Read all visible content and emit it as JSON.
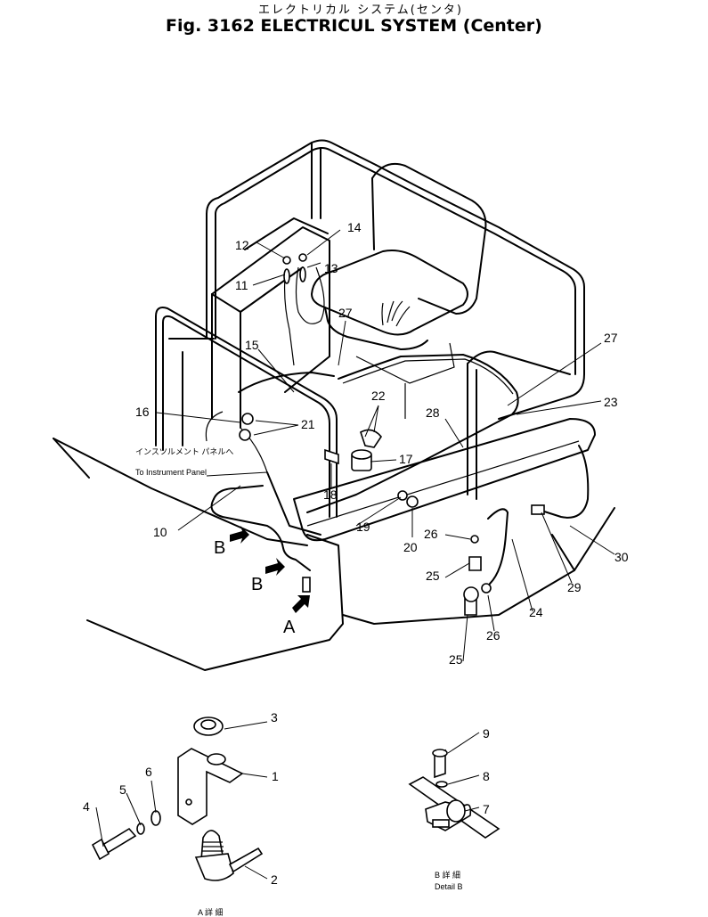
{
  "header": {
    "title_jp": "エレクトリカル システム(センタ)",
    "title_en": "Fig. 3162 ELECTRICUL SYSTEM (Center)"
  },
  "notes": {
    "instrument_jp": "インスツルメント パネルへ",
    "instrument_en": "To Instrument Panel",
    "detail_b_jp": "B 詳 細",
    "detail_b_en": "Detail B",
    "detail_a_jp": "A 詳 細"
  },
  "views": {
    "a": "A",
    "b": "B"
  },
  "callouts": [
    {
      "id": "c1",
      "label": "1"
    },
    {
      "id": "c2",
      "label": "2"
    },
    {
      "id": "c3",
      "label": "3"
    },
    {
      "id": "c4",
      "label": "4"
    },
    {
      "id": "c5",
      "label": "5"
    },
    {
      "id": "c6",
      "label": "6"
    },
    {
      "id": "c7",
      "label": "7"
    },
    {
      "id": "c8",
      "label": "8"
    },
    {
      "id": "c9",
      "label": "9"
    },
    {
      "id": "c10",
      "label": "10"
    },
    {
      "id": "c11",
      "label": "11"
    },
    {
      "id": "c12",
      "label": "12"
    },
    {
      "id": "c13",
      "label": "13"
    },
    {
      "id": "c14",
      "label": "14"
    },
    {
      "id": "c15",
      "label": "15"
    },
    {
      "id": "c16",
      "label": "16"
    },
    {
      "id": "c17",
      "label": "17"
    },
    {
      "id": "c18",
      "label": "18"
    },
    {
      "id": "c19",
      "label": "19"
    },
    {
      "id": "c20",
      "label": "20"
    },
    {
      "id": "c21",
      "label": "21"
    },
    {
      "id": "c22",
      "label": "22"
    },
    {
      "id": "c23",
      "label": "23"
    },
    {
      "id": "c24",
      "label": "24"
    },
    {
      "id": "c25a",
      "label": "25"
    },
    {
      "id": "c25b",
      "label": "25"
    },
    {
      "id": "c26a",
      "label": "26"
    },
    {
      "id": "c26b",
      "label": "26"
    },
    {
      "id": "c27a",
      "label": "27"
    },
    {
      "id": "c27b",
      "label": "27"
    },
    {
      "id": "c28",
      "label": "28"
    },
    {
      "id": "c29",
      "label": "29"
    },
    {
      "id": "c30",
      "label": "30"
    }
  ]
}
